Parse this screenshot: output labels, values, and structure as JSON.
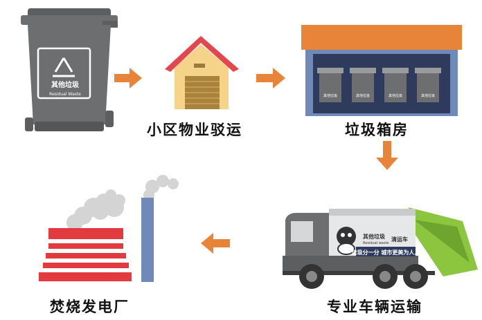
{
  "steps": {
    "community_transfer": {
      "label": "小区物业驳运"
    },
    "garbage_room": {
      "label": "垃圾箱房"
    },
    "truck_transport": {
      "label": "专业车辆运输"
    },
    "incineration_plant": {
      "label": "焚烧发电厂"
    }
  },
  "bin_label": {
    "cn": "其他垃圾",
    "en": "Residual Waste"
  },
  "small_bin_label": "其他垃圾",
  "truck_text": {
    "bin_cn": "其他垃圾",
    "bin_en": "Residual waste",
    "type": "清运车",
    "slogan": "垃圾分一分  城市更美为人人"
  },
  "colors": {
    "arrow": "#e8843a",
    "bin_gray": "#6d6e70",
    "roof_red": "#e2474f",
    "house_wall": "#f5d48a",
    "room_roof": "#e8843a",
    "room_blue": "#2f3b5c",
    "plant_red": "#e23a3f",
    "chimney_blue": "#6f89b8",
    "truck_green": "#8cc63f"
  }
}
